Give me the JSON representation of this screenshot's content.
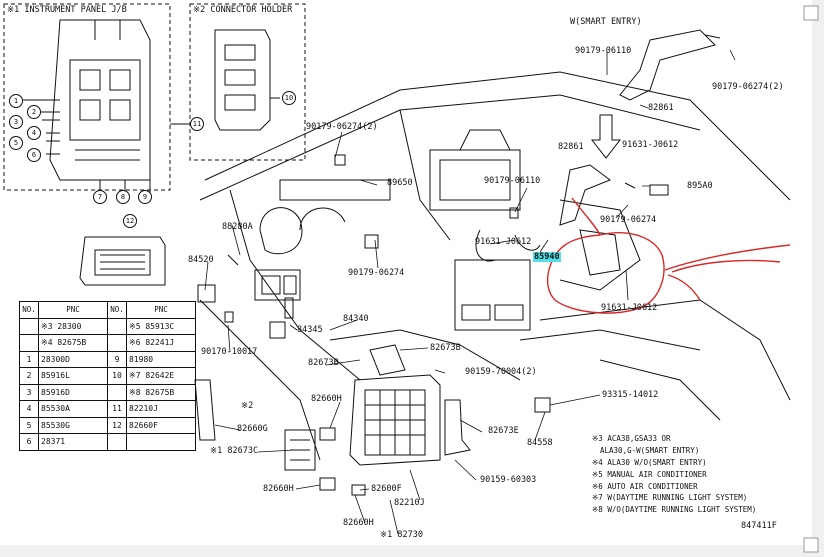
{
  "headings": {
    "inst_panel": "※1 INSTRUMENT PANEL J/B",
    "connector_holder": "※2 CONNECTOR HOLDER",
    "smart_entry": "W(SMART ENTRY)"
  },
  "callout_numbers": [
    "1",
    "2",
    "3",
    "4",
    "5",
    "6",
    "7",
    "8",
    "9",
    "10",
    "11",
    "12"
  ],
  "table": {
    "headers": [
      "NO.",
      "PNC",
      "NO.",
      "PNC"
    ],
    "rows": [
      [
        "",
        "※3 28300",
        "",
        "※5 85913C"
      ],
      [
        "",
        "※4 82675B",
        "",
        "※6 82241J"
      ],
      [
        "1",
        "28300D",
        "9",
        "81980"
      ],
      [
        "2",
        "85916L",
        "10",
        "※7 82642E"
      ],
      [
        "3",
        "85916D",
        "",
        "※8 82675B"
      ],
      [
        "4",
        "85530A",
        "11",
        "82210J"
      ],
      [
        "5",
        "85530G",
        "12",
        "82660F"
      ],
      [
        "6",
        "28371",
        "",
        ""
      ]
    ]
  },
  "part_labels": {
    "p90179_06110_top": "90179-06110",
    "p90179_06274_2_right": "90179-06274(2)",
    "p82861_top": "82861",
    "p91631_j0612_top": "91631-J0612",
    "p82861_mid": "82861",
    "p895a0": "895A0",
    "p90179_06110_mid": "90179-06110",
    "p90179_06274_mid": "90179-06274",
    "p85940": "85940",
    "p91631_j0612_mid": "91631-J0612",
    "p91631_j0612_low": "91631-J0612",
    "p90179_06274_2_upper": "90179-06274(2)",
    "p89650": "89650",
    "p88280a": "88280A",
    "p90179_06274_center": "90179-06274",
    "p84520": "84520",
    "p84345": "84345",
    "p84340": "84340",
    "p90170_10017": "90170-10017",
    "p82673b_a": "82673B",
    "p82673b_b": "82673B",
    "p90159_70004": "90159-70004(2)",
    "p93315_14012": "93315-14012",
    "p82660h": "82660H",
    "p82673e": "82673E",
    "p84558": "84558",
    "p82660g": "82660G",
    "p82673c": "※1 82673C",
    "p90159_60303": "90159-60303",
    "p82660h_b": "82660H",
    "p82600f": "82600F",
    "p82210j": "82210J",
    "p82660h_c": "82660H",
    "p82730": "※1 82730",
    "p2mark": "※2"
  },
  "notes": [
    "※3 ACA38,GSA33 OR",
    "ALA30,G-W(SMART ENTRY)",
    "※4 ALA30   W/O(SMART ENTRY)",
    "※5 MANUAL AIR CONDITIONER",
    "※6 AUTO AIR CONDITIONER",
    "※7 W(DAYTIME RUNNING LIGHT SYSTEM)",
    "※8 W/O(DAYTIME RUNNING LIGHT SYSTEM)"
  ],
  "figure_code": "847411F",
  "colors": {
    "highlight": "#4fe0e8",
    "annotation_red": "#d82828",
    "line": "#111111"
  }
}
